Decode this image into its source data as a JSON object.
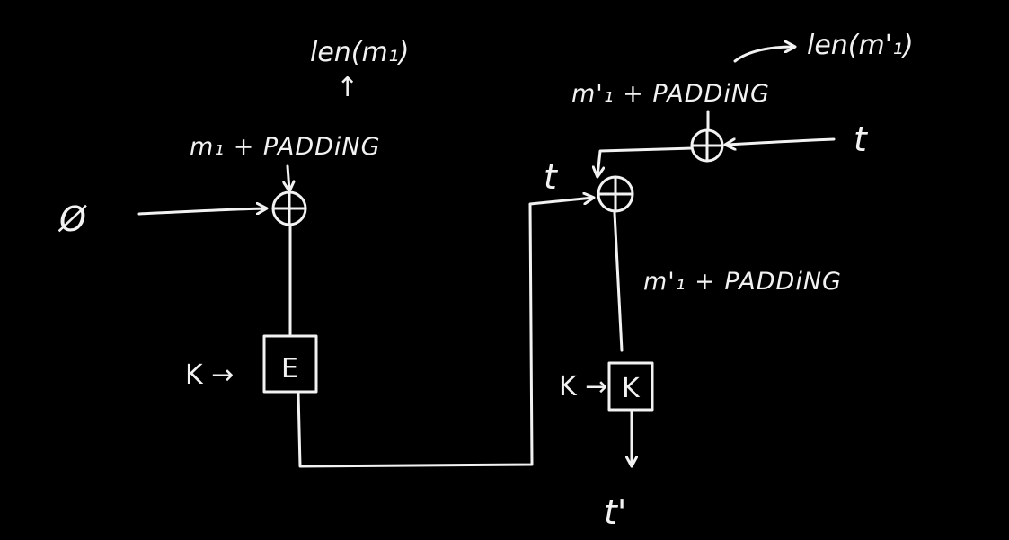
{
  "diagram": {
    "labels": {
      "zero_iv": "Ø",
      "len_m1": "len(m₁)",
      "up_arrow": "↑",
      "m1_padding": "m₁ + PADDiNG",
      "key_left": "K →",
      "block_e": "E",
      "t_mid": "t",
      "len_m1_prime": "len(m'₁)",
      "m1p_padding_top": "m'₁ + PADDiNG",
      "t_right": "t",
      "m1p_padding_right": "m'₁ + PADDiNG",
      "key_right": "K →",
      "block_k": "K",
      "t_prime": "t'"
    },
    "colors": {
      "background": "#000000",
      "ink": "#f2f2f2"
    }
  }
}
